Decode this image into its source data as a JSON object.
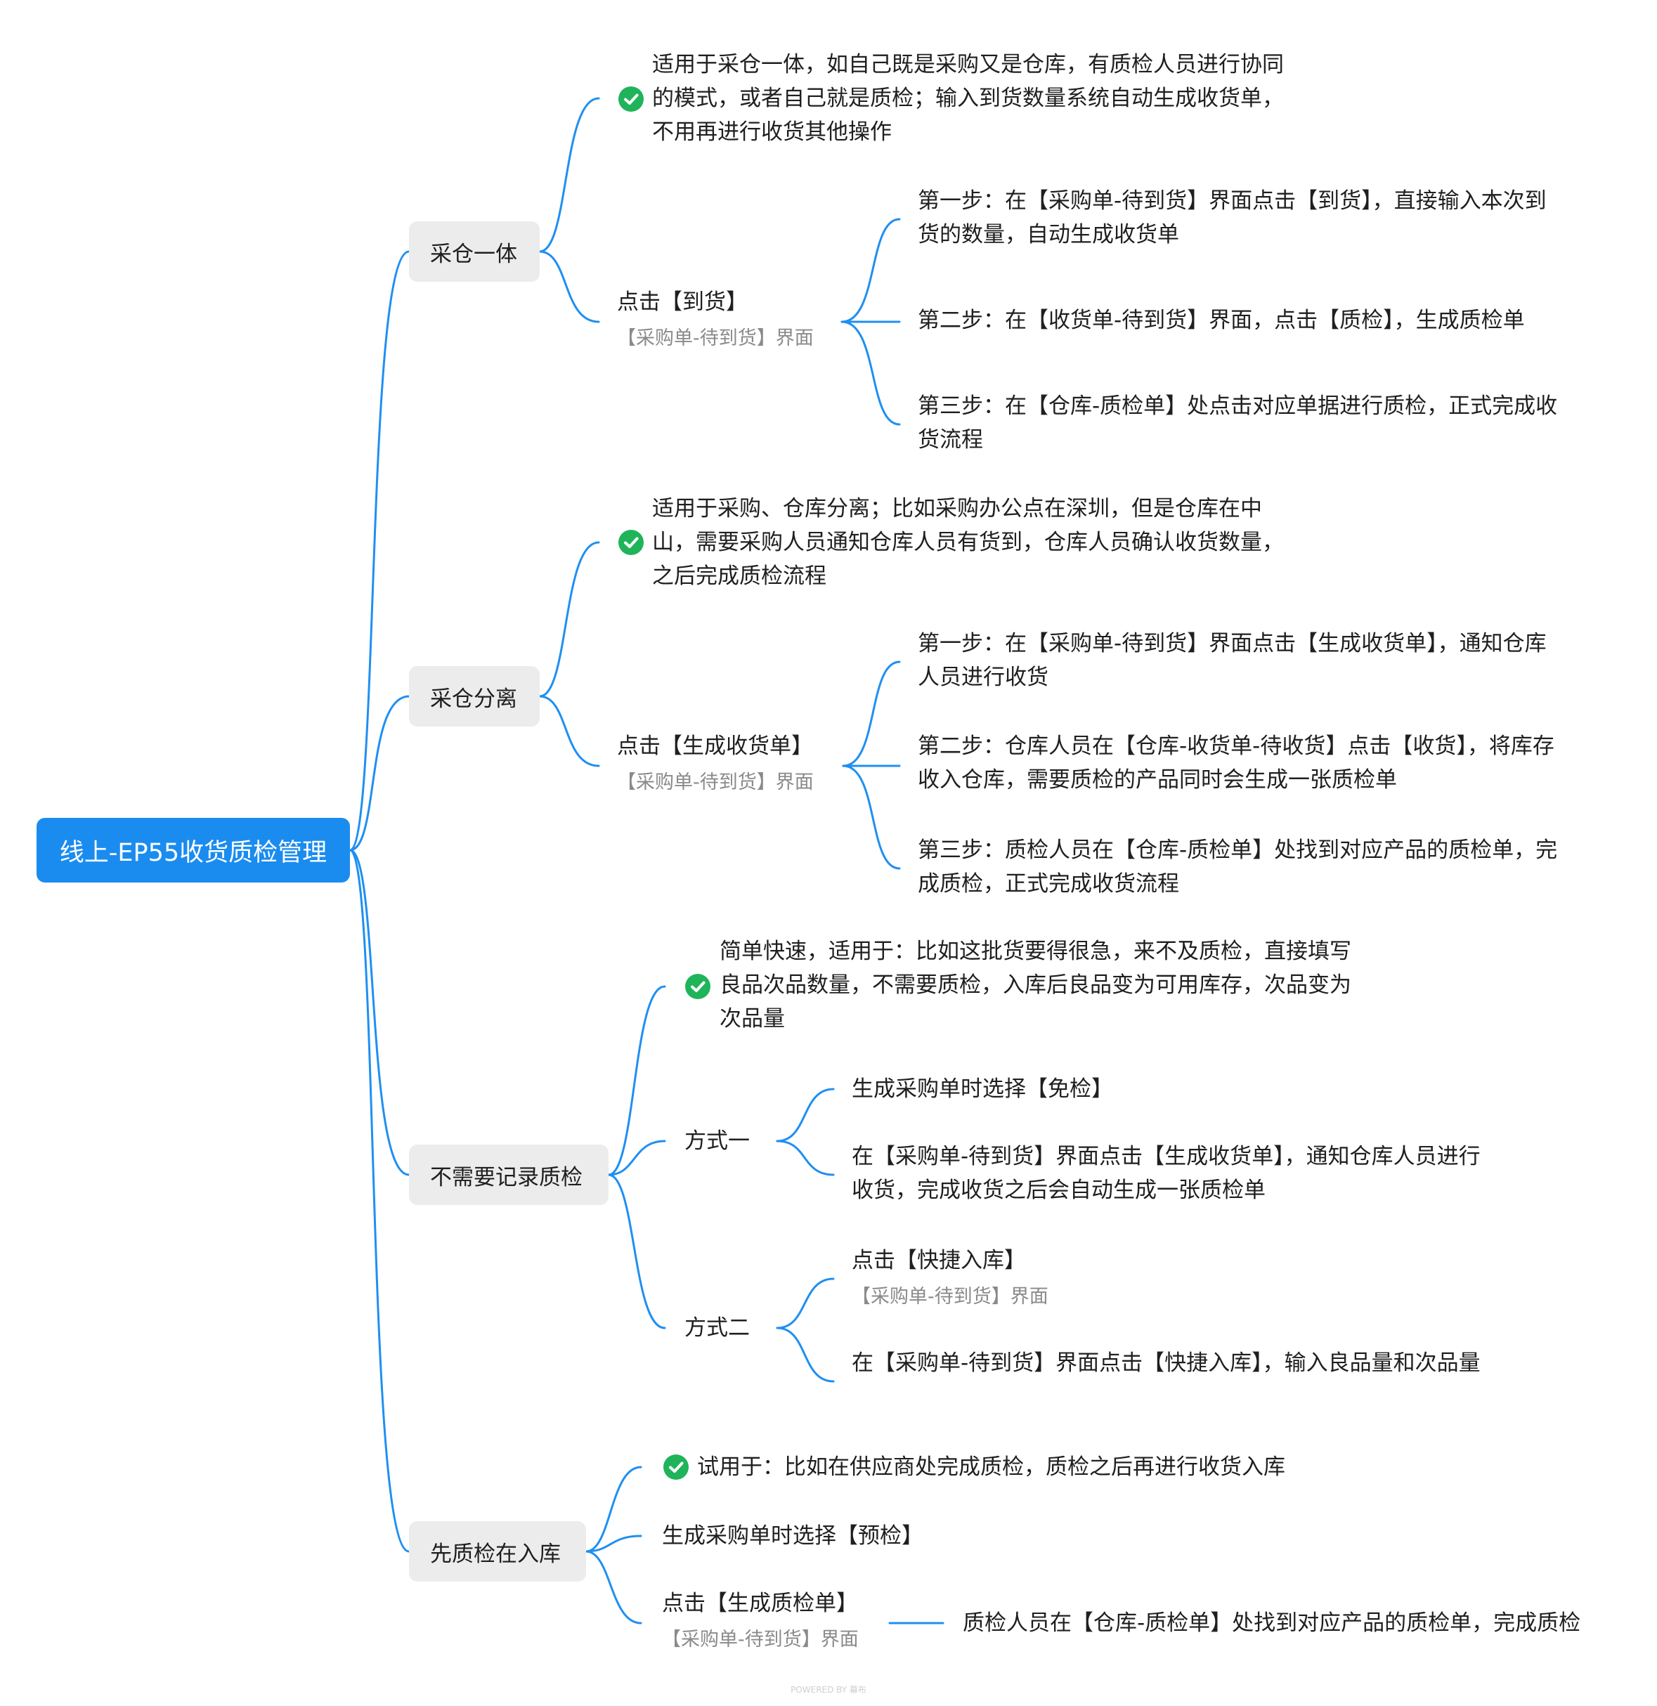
{
  "root": {
    "label": "线上-EP55收货质检管理"
  },
  "branches": [
    {
      "label": "采仓一体",
      "note": "适用于采仓一体，如自己既是采购又是仓库，有质检人员进行协同的模式，或者自己就是质检；输入到货数量系统自动生成收货单，不用再进行收货其他操作",
      "action": "点击【到货】",
      "action_sub": "【采购单-待到货】界面",
      "steps": [
        "第一步：在【采购单-待到货】界面点击【到货】，直接输入本次到货的数量，自动生成收货单",
        "第二步：在【收货单-待到货】界面，点击【质检】，生成质检单",
        "第三步：在【仓库-质检单】处点击对应单据进行质检，正式完成收货流程"
      ]
    },
    {
      "label": "采仓分离",
      "note": "适用于采购、仓库分离；比如采购办公点在深圳，但是仓库在中山，需要采购人员通知仓库人员有货到，仓库人员确认收货数量，之后完成质检流程",
      "action": "点击【生成收货单】",
      "action_sub": "【采购单-待到货】界面",
      "steps": [
        "第一步：在【采购单-待到货】界面点击【生成收货单】，通知仓库人员进行收货",
        "第二步：仓库人员在【仓库-收货单-待收货】点击【收货】，将库存收入仓库，需要质检的产品同时会生成一张质检单",
        "第三步：质检人员在【仓库-质检单】处找到对应产品的质检单，完成质检，正式完成收货流程"
      ]
    },
    {
      "label": "不需要记录质检",
      "note": "简单快速，适用于：比如这批货要得很急，来不及质检，直接填写良品次品数量，不需要质检，入库后良品变为可用库存，次品变为次品量",
      "way1": {
        "label": "方式一",
        "items": [
          "生成采购单时选择【免检】",
          "在【采购单-待到货】界面点击【生成收货单】，通知仓库人员进行收货，完成收货之后会自动生成一张质检单"
        ]
      },
      "way2": {
        "label": "方式二",
        "action": "点击【快捷入库】",
        "action_sub": "【采购单-待到货】界面",
        "item": "在【采购单-待到货】界面点击【快捷入库】，输入良品量和次品量"
      }
    },
    {
      "label": "先质检在入库",
      "note": "试用于：比如在供应商处完成质检，质检之后再进行收货入库",
      "option": "生成采购单时选择【预检】",
      "action": "点击【生成质检单】",
      "action_sub": "【采购单-待到货】界面",
      "result": "质检人员在【仓库-质检单】处找到对应产品的质检单，完成质检"
    }
  ],
  "footer": "POWERED BY 幕布"
}
